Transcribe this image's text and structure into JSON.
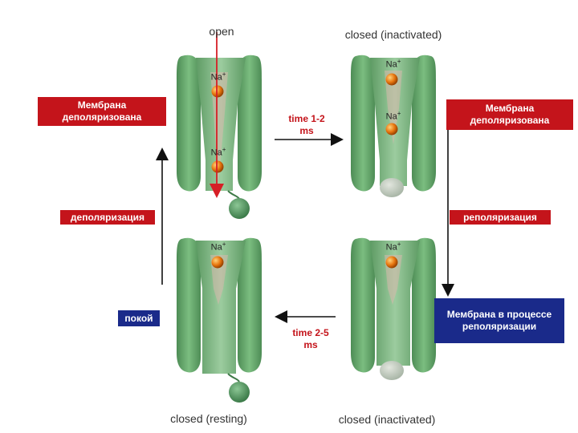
{
  "states": {
    "open": "open",
    "inactivated_top": "closed (inactivated)",
    "resting": "closed (resting)",
    "inactivated_bottom": "closed (inactivated)"
  },
  "boxes": {
    "left_top": "Мембрана деполяризована",
    "right_top": "Мембрана деполяризована",
    "depolarization": "деполяризация",
    "repolarization": "реполяризация",
    "rest": "покой",
    "in_repolarization": "Мембрана в процессе реполяризации"
  },
  "times": {
    "top": "time 1-2 ms",
    "bottom": "time 2-5 ms"
  },
  "ion": {
    "symbol": "Na",
    "charge": "+"
  },
  "colors": {
    "channel_green": "#6aa86f",
    "channel_dark": "#3f7a48",
    "pore_pink": "#d9b8ad",
    "ion_orange": "#e8760f",
    "red_box": "#c4141b",
    "blue_box": "#1a2a8a",
    "arrow_red": "#d61f26"
  }
}
